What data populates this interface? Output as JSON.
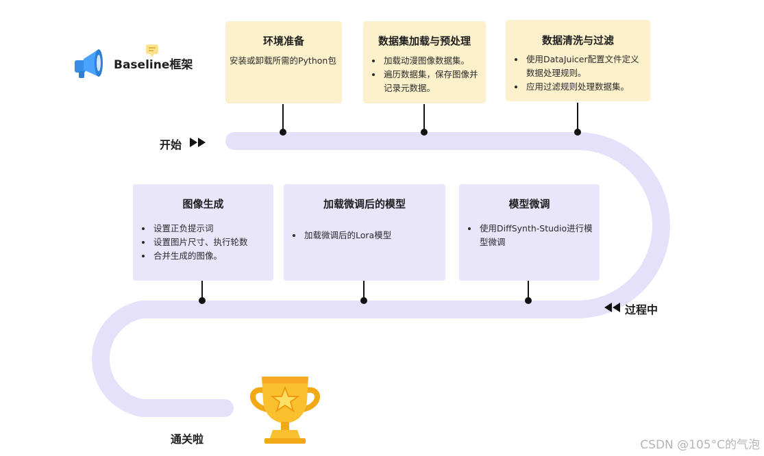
{
  "brand": {
    "title": "Baseline框架"
  },
  "start_label": "开始",
  "middle_label": "过程中",
  "end_label": "通关啦",
  "steps": [
    {
      "title": "环境准备",
      "text": "安装或卸载所需的Python包"
    },
    {
      "title": "数据集加载与预处理",
      "bullets": [
        "加载动漫图像数据集。",
        "遍历数据集，保存图像并记录元数据。"
      ]
    },
    {
      "title": "数据清洗与过滤",
      "bullets": [
        "使用DataJuicer配置文件定义数据处理规则。",
        "应用过滤规则处理数据集。"
      ]
    },
    {
      "title": "模型微调",
      "bullets": [
        "使用DiffSynth-Studio进行模型微调"
      ]
    },
    {
      "title": "加载微调后的模型",
      "bullets": [
        "加载微调后的Lora模型"
      ]
    },
    {
      "title": "图像生成",
      "bullets": [
        "设置正负提示词",
        "设置图片尺寸、执行轮数",
        "合并生成的图像。"
      ]
    }
  ],
  "icons": {
    "brand": "megaphone-icon",
    "start": "fast-forward-icon",
    "middle": "rewind-icon",
    "end": "trophy-icon",
    "comment": "comment-icon"
  },
  "colors": {
    "track": "#e6e1fa",
    "yellow_box": "#fdf1cc",
    "lavender_box": "#e9e5fb",
    "connector": "#111111"
  },
  "watermark": "CSDN @105°C的气泡"
}
